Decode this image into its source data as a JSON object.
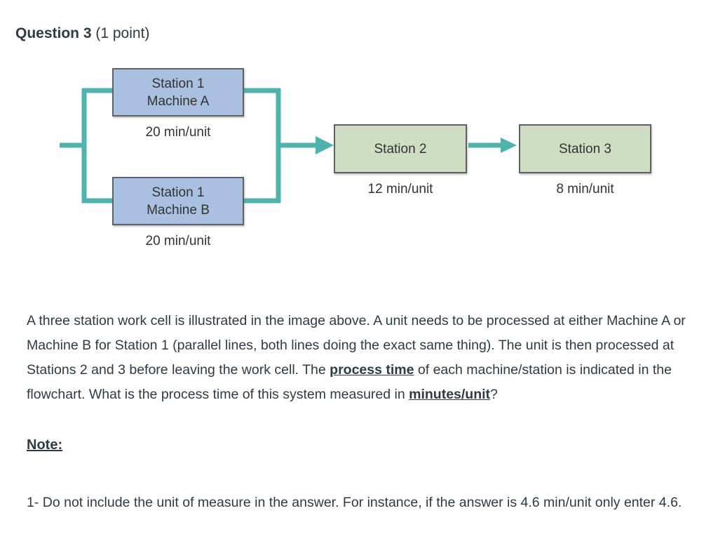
{
  "question": {
    "title": "Question 3",
    "points": "(1 point)"
  },
  "diagram": {
    "type": "flowchart",
    "accent_color": "#4fb3ac",
    "box_blue_fill": "#a9c0e0",
    "box_green_fill": "#cfdec3",
    "box_border": "#5e6266",
    "nodes": [
      {
        "id": "station1-machine-a",
        "line1": "Station 1",
        "line2": "Machine A",
        "caption": "20 min/unit",
        "fill": "blue"
      },
      {
        "id": "station1-machine-b",
        "line1": "Station 1",
        "line2": "Machine B",
        "caption": "20 min/unit",
        "fill": "blue"
      },
      {
        "id": "station2",
        "line1": "Station 2",
        "line2": "",
        "caption": "12 min/unit",
        "fill": "green"
      },
      {
        "id": "station3",
        "line1": "Station 3",
        "line2": "",
        "caption": "8 min/unit",
        "fill": "green"
      }
    ]
  },
  "body": {
    "p1_a": "A three station work cell is illustrated in the image above. A unit needs to be processed at either Machine A or Machine B for Station 1 (parallel lines, both lines doing the exact same thing). The unit is then processed at Stations 2 and 3 before leaving the work cell. The ",
    "p1_em1": "process time",
    "p1_b": " of each machine/station is indicated in the flowchart. What is the process time of this system measured in ",
    "p1_em2": "minutes/unit",
    "p1_c": "?",
    "note_heading": "Note:",
    "note_text": "1- Do not include the unit of measure in the answer. For instance, if the answer is 4.6 min/unit only enter 4.6."
  }
}
